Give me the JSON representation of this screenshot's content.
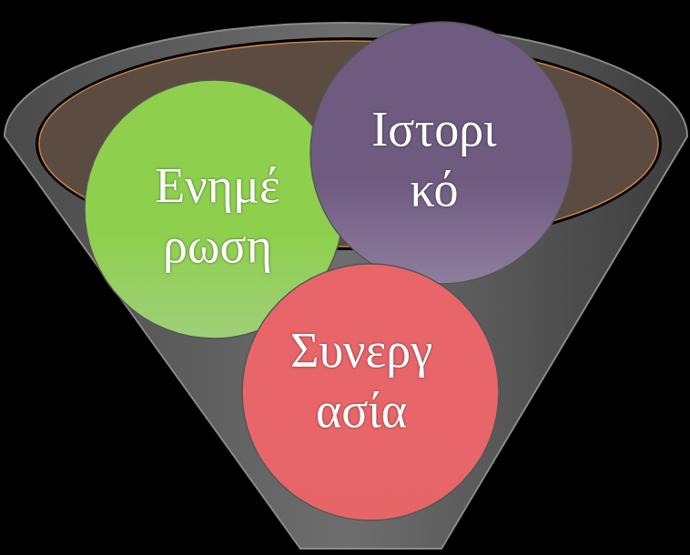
{
  "diagram": {
    "nodes": [
      {
        "text": [
          "Ενημέ ρωση"
        ]
      },
      {
        "text": [
          "Ιστορι κό"
        ]
      },
      {
        "text": [
          "Συνεργ ασία"
        ]
      }
    ]
  }
}
